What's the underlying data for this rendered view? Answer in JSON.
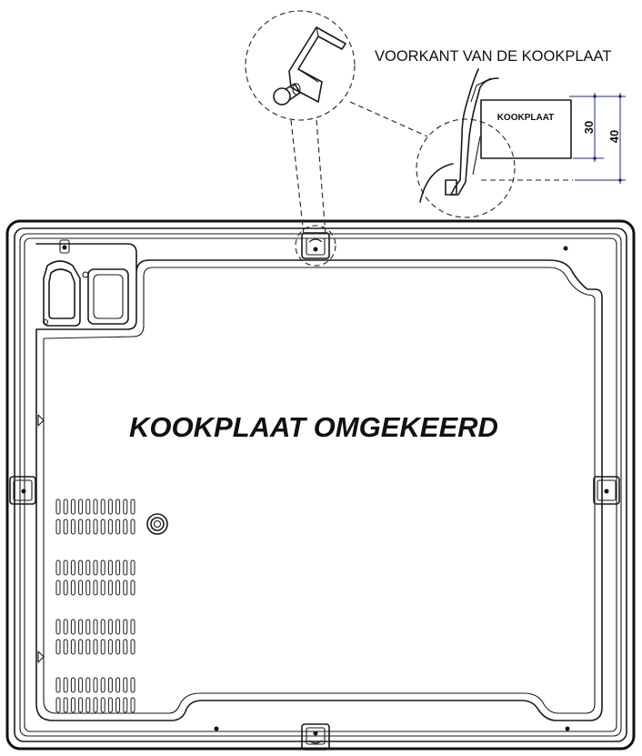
{
  "labels": {
    "front_of_hob": "VOORKANT VAN DE KOOKPLAAT",
    "hob": "KOOKPLAAT",
    "hob_upside_down": "KOOKPLAAT OMGEKEERD"
  },
  "dimensions": {
    "inner": "30",
    "outer": "40"
  },
  "colors": {
    "ink": "#1a1a1a",
    "dimension_line": "#22287a",
    "background": "#ffffff"
  }
}
